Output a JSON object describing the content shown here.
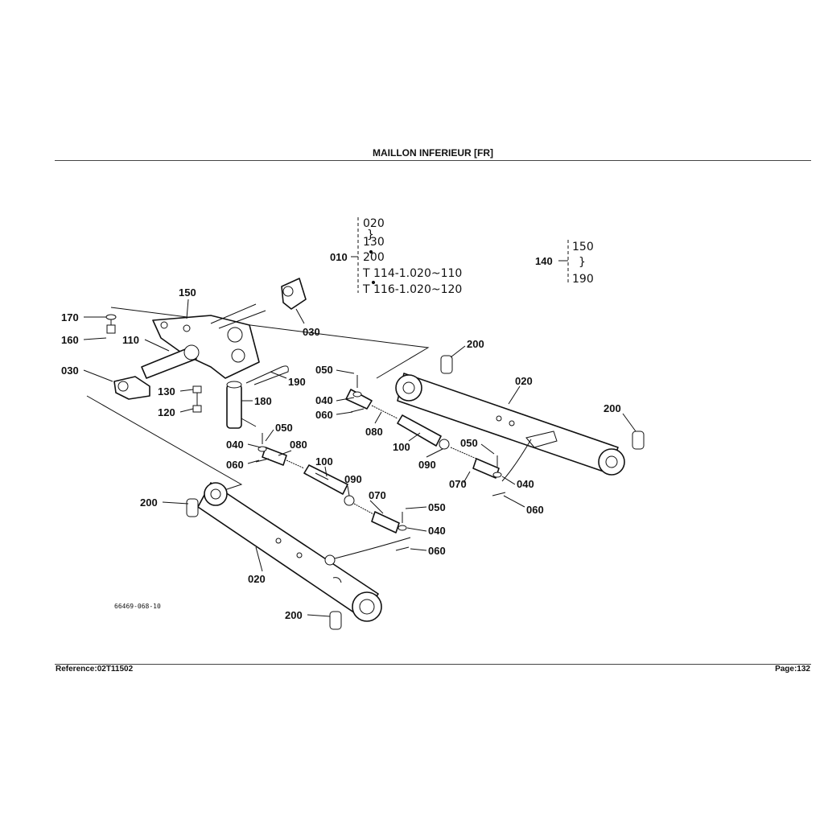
{
  "header": {
    "title": "MAILLON INFERIEUR   [FR]"
  },
  "footer": {
    "reference": "Reference:02T11502",
    "page": "Page:132"
  },
  "diagram": {
    "drawing_code": "66469-068-10",
    "callouts": {
      "p010": "010",
      "p140": "140",
      "p150": "150",
      "p170": "170",
      "p160": "160",
      "p110": "110",
      "p030a": "030",
      "p030b": "030",
      "p130": "130",
      "p120": "120",
      "p180": "180",
      "p190": "190",
      "p050a": "050",
      "p040a": "040",
      "p060a": "060",
      "p080a": "080",
      "p100a": "100",
      "p090a": "090",
      "p200a": "200",
      "p020a": "020",
      "p200b": "200",
      "p050b": "050",
      "p040b": "040",
      "p060b": "060",
      "p070a": "070",
      "p200c": "200",
      "p050c": "050",
      "p040c": "040",
      "p080b": "080",
      "p060c": "060",
      "p100b": "100",
      "p090b": "090",
      "p070b": "070",
      "p050d": "050",
      "p040d": "040",
      "p060d": "060",
      "p200d": "200",
      "p020b": "020"
    },
    "group_010": [
      "020",
      "}",
      "130",
      "200",
      "T 114-1.020~110",
      "T 116-1.020~120"
    ],
    "group_140": [
      "150",
      "}",
      "190"
    ]
  }
}
